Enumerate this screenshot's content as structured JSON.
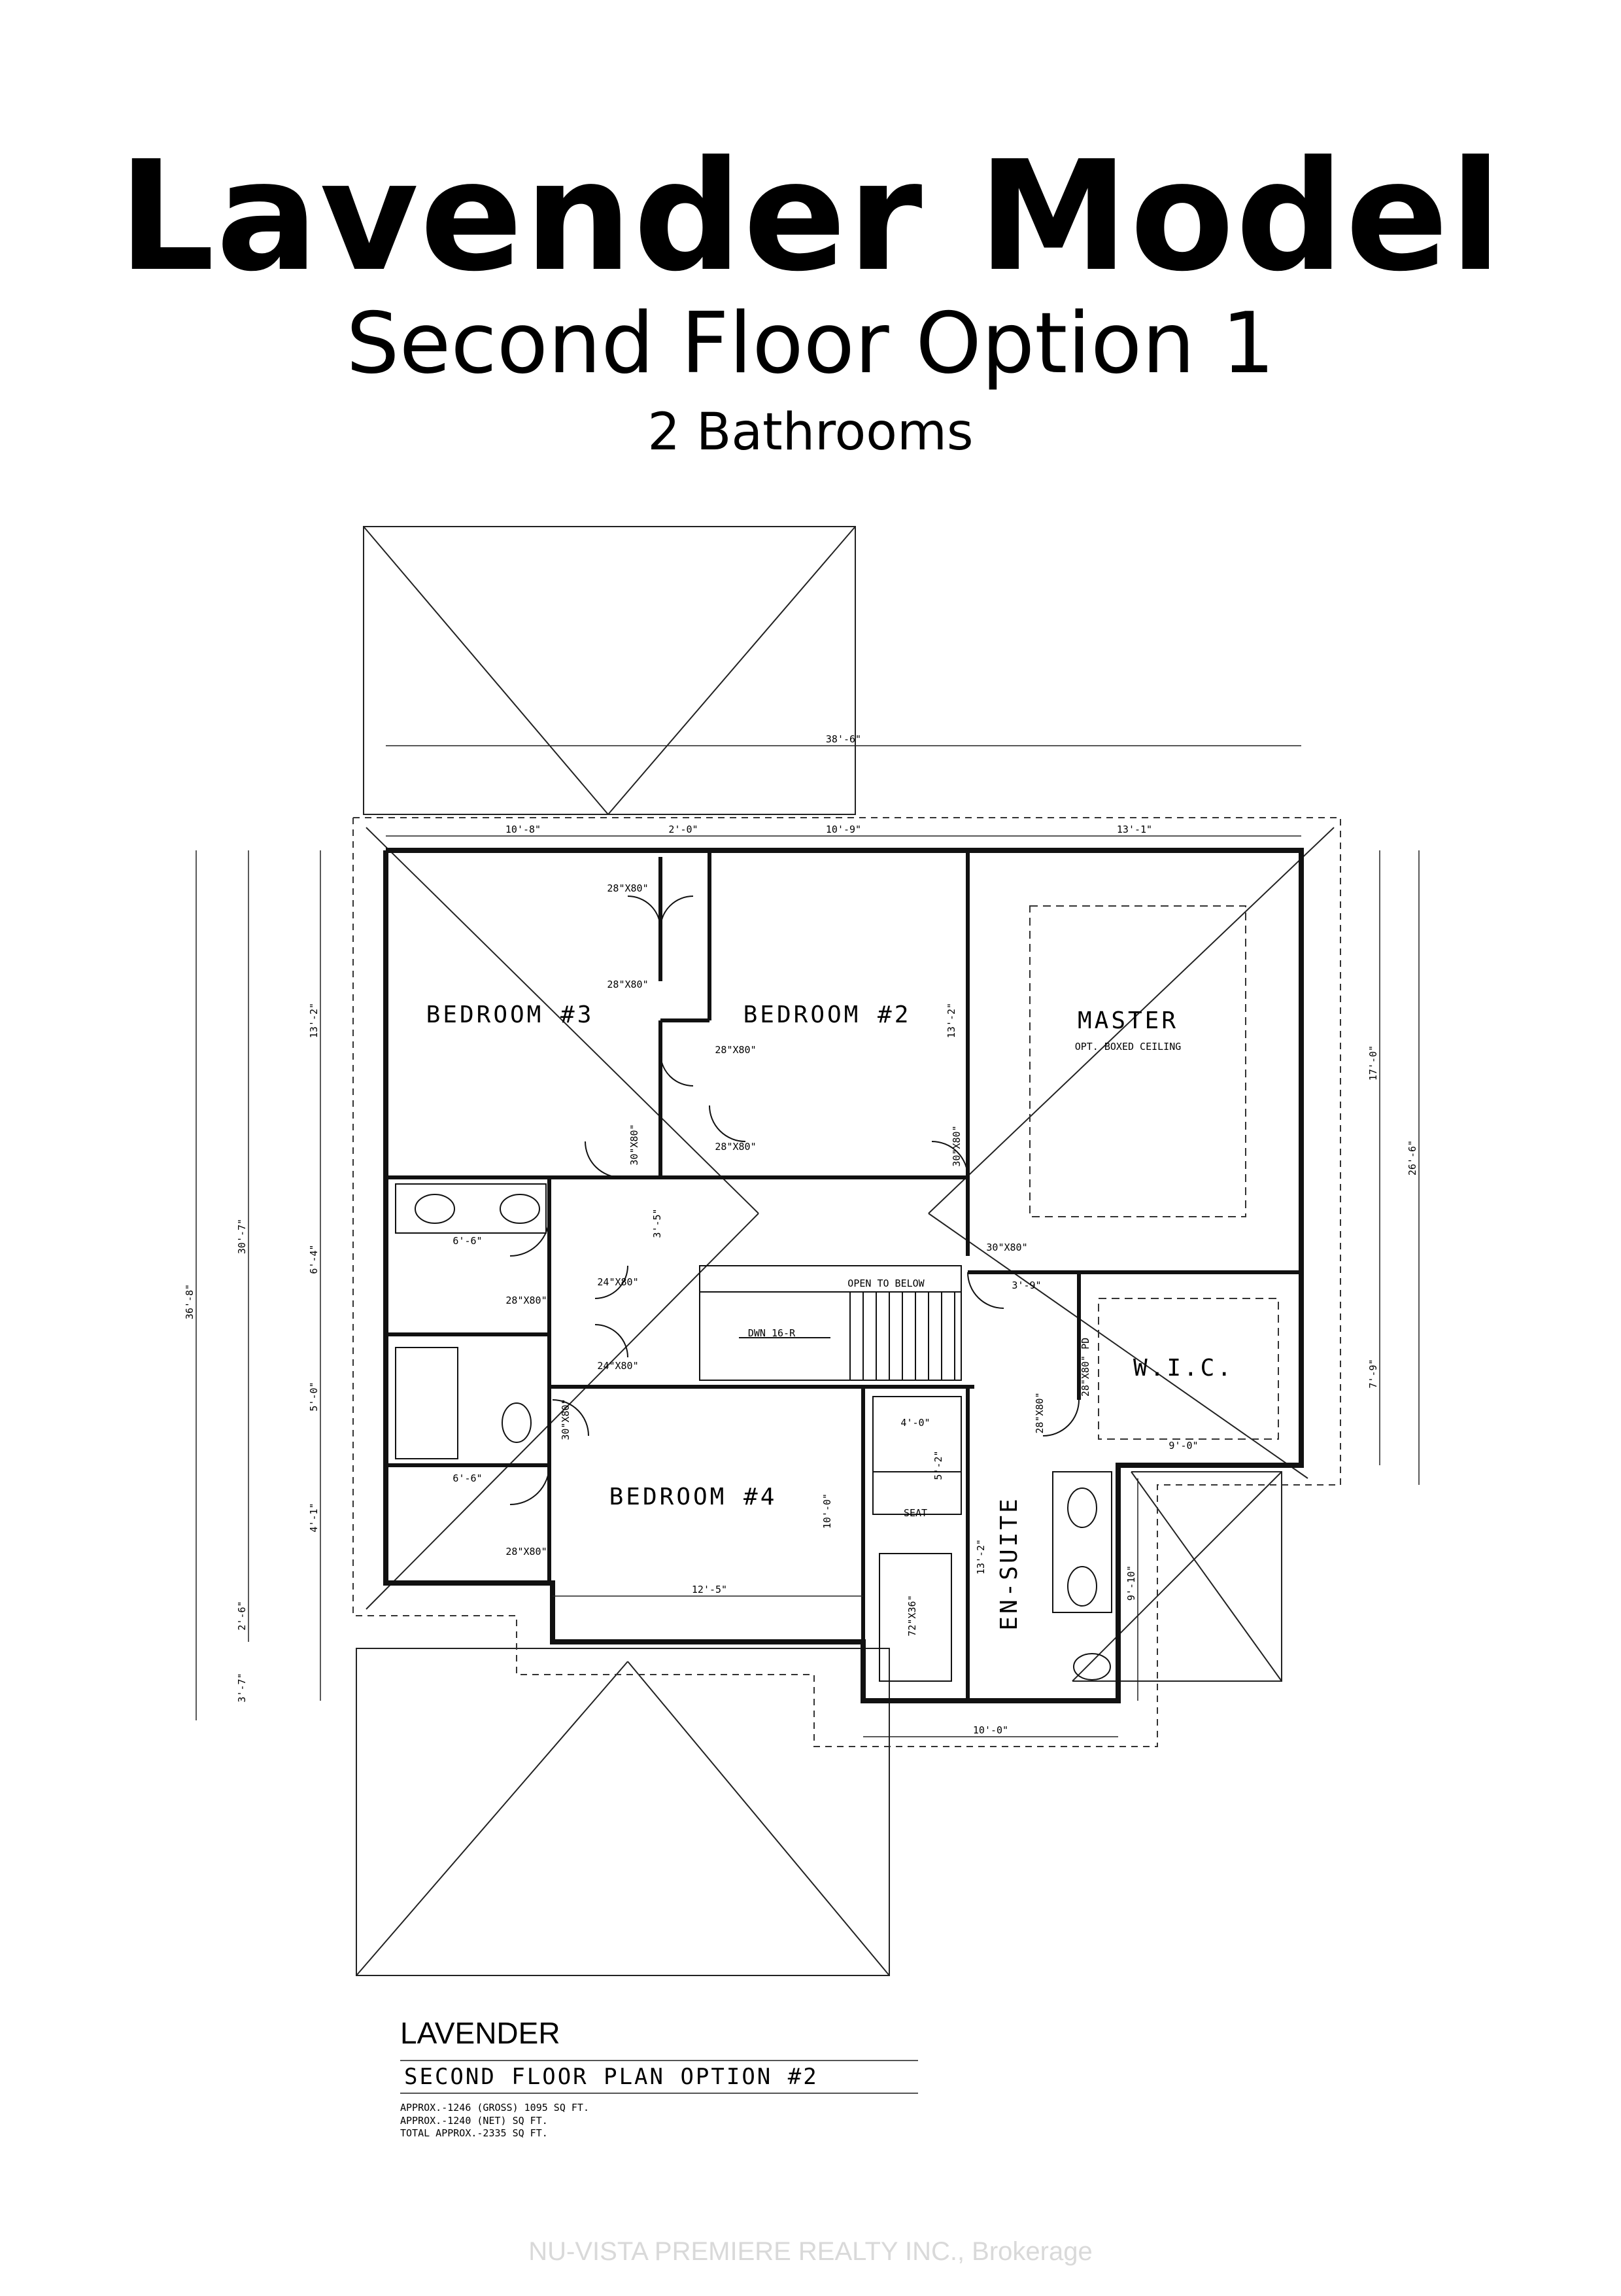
{
  "header": {
    "title": "Lavender Model",
    "subtitle": "Second Floor Option 1",
    "bathrooms": "2 Bathrooms"
  },
  "plan": {
    "rooms": {
      "bedroom3": "BEDROOM #3",
      "bedroom2": "BEDROOM #2",
      "master": "MASTER",
      "master_note": "OPT. BOXED CEILING",
      "wic": "W.I.C.",
      "bedroom4": "BEDROOM #4",
      "ensuite": "EN-SUITE",
      "open_to_below": "OPEN TO BELOW",
      "stairs": "DWN 16-R",
      "seat": "SEAT"
    },
    "dims": {
      "overall_width": "38'-6\"",
      "top_1": "10'-8\"",
      "top_2": "2'-0\"",
      "top_3": "10'-9\"",
      "top_4": "13'-1\"",
      "left_outer": "36'-8\"",
      "left_inner": "30'-7\"",
      "left_1": "13'-2\"",
      "left_2": "6'-4\"",
      "left_3": "5'-0\"",
      "left_4": "4'-1\"",
      "left_5": "2'-6\"",
      "left_6": "3'-7\"",
      "right_1": "17'-0\"",
      "right_2": "26'-6\"",
      "right_3": "7'-9\"",
      "right_4": "9'-10\"",
      "bath_width_1": "6'-6\"",
      "bath_width_2": "6'-6\"",
      "hall_depth": "3'-5\"",
      "wic_gap": "3'-9\"",
      "wic_width": "9'-0\"",
      "bedroom4_width": "12'-5\"",
      "ensuite_width": "10'-0\"",
      "ensuite_depth": "13'-2\"",
      "shower": "4'-0\"",
      "shower_depth": "5'-2\"",
      "bedroom2_depth": "13'-2\"",
      "bedroom4_depth": "10'-0\"",
      "tub": "72\"X36\""
    },
    "doors": {
      "d1": "28\"X80\"",
      "d2": "28\"X80\"",
      "d3": "28\"X80\"",
      "d4": "28\"X80\"",
      "d5": "30\"X80\"",
      "d6": "30\"X80\"",
      "d7": "30\"X80\"",
      "d8": "28\"X80\"",
      "d9": "24\"X80\"",
      "d10": "24\"X80\"",
      "d11": "30\"X80\"",
      "d12": "28\"X80\"",
      "d13": "28\"X80\"",
      "d14": "28\"X80\" PD"
    }
  },
  "caption": {
    "name": "LAVENDER",
    "plan_title": "SECOND FLOOR PLAN OPTION #2",
    "line1": "APPROX.-1246 (GROSS) 1095 SQ FT.",
    "line2": "APPROX.-1240 (NET) SQ FT.",
    "line3": "TOTAL APPROX.-2335 SQ FT."
  },
  "watermark": "NU-VISTA PREMIERE REALTY INC., Brokerage"
}
